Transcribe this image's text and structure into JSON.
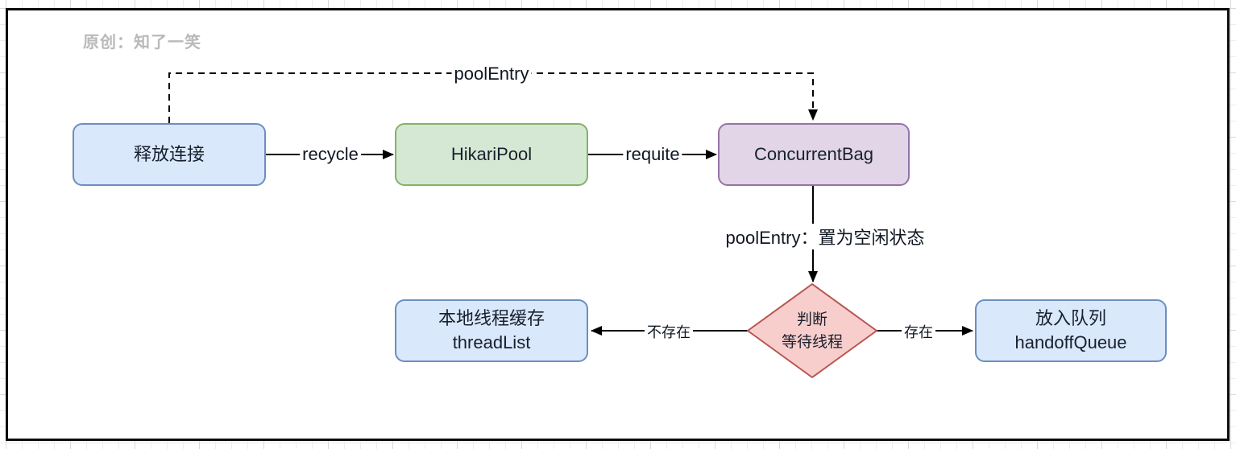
{
  "watermark": "原创：知了一笑",
  "colors": {
    "blue_fill": "#dae8fc",
    "blue_border": "#6c8ebf",
    "green_fill": "#d5e8d4",
    "green_border": "#82b366",
    "purple_fill": "#e1d5e7",
    "purple_border": "#9673a6",
    "red_fill": "#f8cecc",
    "red_border": "#b85450",
    "line": "#000000",
    "text": "#18202e",
    "watermark_text": "#b9b9b9"
  },
  "nodes": {
    "release": {
      "label": "释放连接"
    },
    "hikari_pool": {
      "label": "HikariPool"
    },
    "concurrent_bag": {
      "label": "ConcurrentBag"
    },
    "decision": {
      "line1": "判断",
      "line2": "等待线程"
    },
    "thread_list": {
      "line1": "本地线程缓存",
      "line2": "threadList"
    },
    "handoff_queue": {
      "line1": "放入队列",
      "line2": "handoffQueue"
    }
  },
  "edges": {
    "recycle": {
      "label": "recycle"
    },
    "requite": {
      "label": "requite"
    },
    "pool_entry": {
      "label": "poolEntry"
    },
    "set_idle": {
      "label": "poolEntry：置为空闲状态"
    },
    "not_exists": {
      "label": "不存在"
    },
    "exists": {
      "label": "存在"
    }
  }
}
